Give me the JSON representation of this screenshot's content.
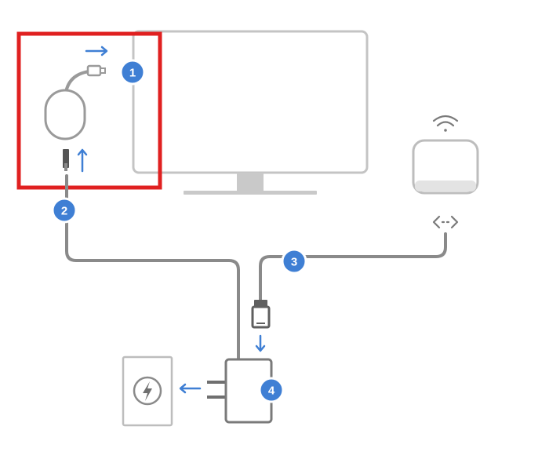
{
  "steps": [
    {
      "id": "1",
      "label": "1"
    },
    {
      "id": "2",
      "label": "2"
    },
    {
      "id": "3",
      "label": "3"
    },
    {
      "id": "4",
      "label": "4"
    }
  ],
  "colors": {
    "accent": "#3f7fd4",
    "line": "#8a8a8a",
    "outline": "#bdbdbd",
    "highlight": "#e02020",
    "background": "#ffffff"
  },
  "icons": [
    "chromecast-dongle-icon",
    "tv-monitor-icon",
    "wifi-router-icon",
    "power-outlet-icon",
    "power-adapter-icon",
    "ethernet-plug-icon",
    "wifi-signal-icon",
    "lightning-icon"
  ]
}
